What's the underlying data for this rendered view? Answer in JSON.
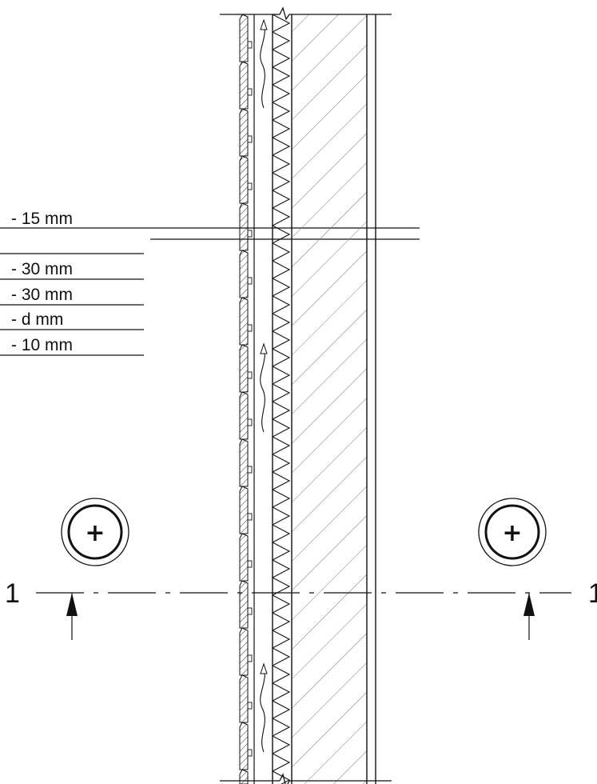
{
  "layer_labels": [
    "- 15 mm",
    "- 30 mm",
    "- 30 mm",
    "- d mm",
    "- 10 mm"
  ],
  "section_marker": {
    "left": "1",
    "right": "1"
  },
  "detail_symbol": "+",
  "colors": {
    "ink": "#111111",
    "hatch": "#777777",
    "paper": "#ffffff"
  }
}
